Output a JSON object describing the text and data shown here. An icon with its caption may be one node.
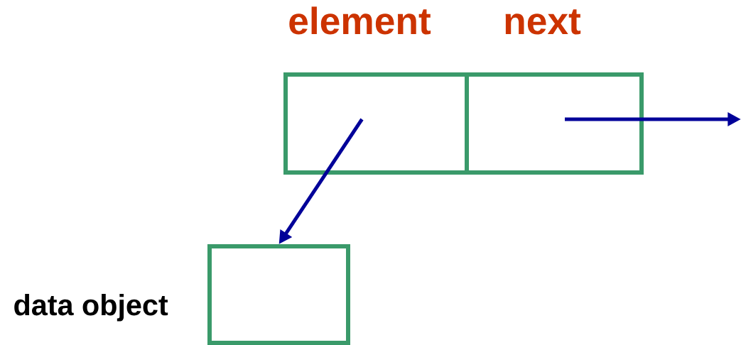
{
  "diagram": {
    "nodes": [
      {
        "text": [
          "element"
        ]
      },
      {
        "text": [
          "next"
        ]
      },
      {
        "text": [],
        "shape": "box",
        "beside": [
          "data object"
        ]
      }
    ],
    "edges": [
      {
        "from": 0,
        "to": 2,
        "arrow": "to"
      },
      {
        "from": 1,
        "to": null,
        "arrow": "to"
      }
    ]
  }
}
